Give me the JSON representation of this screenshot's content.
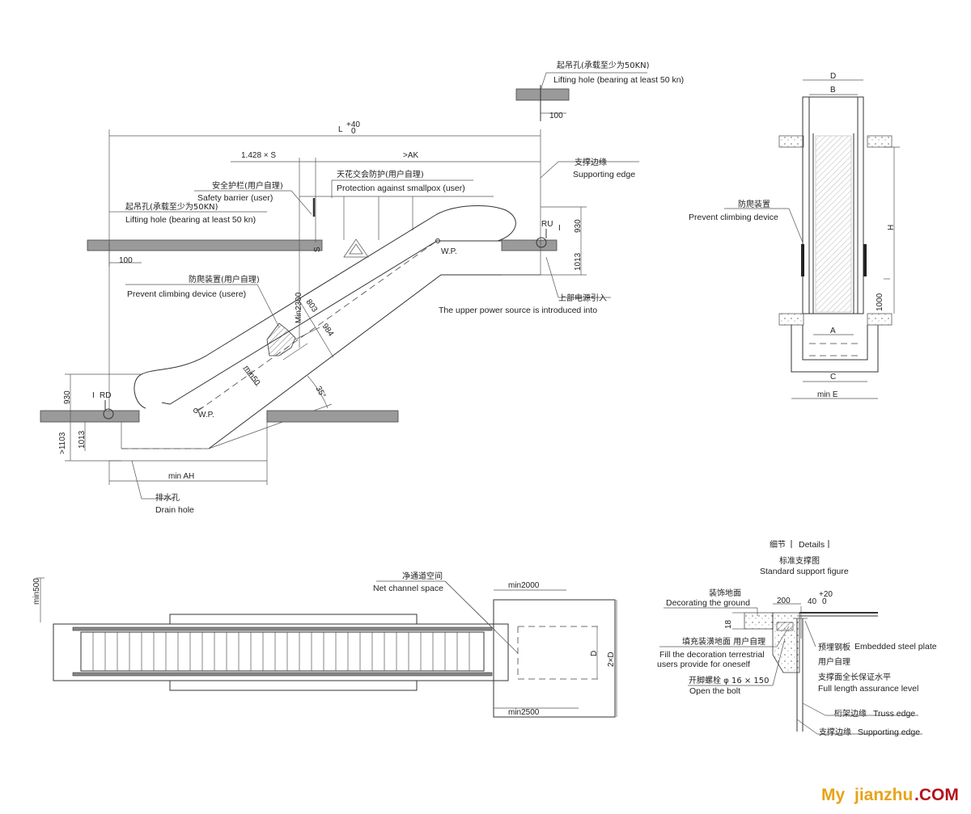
{
  "lifting_hole_top": {
    "cn": "起吊孔(承载至少为50KN)",
    "en": "Lifting hole (bearing at least 50 kn)",
    "dim": "100"
  },
  "lifting_hole_bottom": {
    "cn": "起吊孔(承载至少为50KN)",
    "en": "Lifting hole (bearing at least 50 kn)",
    "dim": "100"
  },
  "length": {
    "label": "L",
    "tol_plus": "+40",
    "tol_zero": "0"
  },
  "dim_s": "1.428 × S",
  "dim_ak": ">AK",
  "supporting_edge": {
    "cn": "支撑边缘",
    "en": "Supporting edge"
  },
  "safety_barrier": {
    "cn": "安全护栏(用户自理)",
    "en": "Safety barrier (user)"
  },
  "ceiling_protection": {
    "cn": "天花交会防护(用户自理)",
    "en": "Protection against smallpox (user)"
  },
  "anti_climb_side": {
    "cn": "防爬装置(用户自理)",
    "en": "Prevent climbing device (usere)"
  },
  "upper_power": {
    "cn": "上部电源引入",
    "en": "The upper power source is introduced into"
  },
  "ru": "RU",
  "rd": "RD",
  "wp": "W.P.",
  "dims": {
    "h930_top": "930",
    "h1013_top": "1013",
    "min2300": "Min2300",
    "d803": "803",
    "d984": "984",
    "min50": "min50",
    "angle": "35°",
    "h930_bot": "930",
    "h1103": ">1103",
    "h1013_bot": "1013",
    "min_ah": "min AH",
    "s": "S"
  },
  "drain_hole": {
    "cn": "排水孔",
    "en": "Drain hole"
  },
  "end_view": {
    "D": "D",
    "B": "B",
    "H": "H",
    "A": "A",
    "C": "C",
    "minE": "min E",
    "h1000": "1000",
    "anti_cn": "防爬装置",
    "anti_en": "Prevent climbing device"
  },
  "plan_view": {
    "min500": "min500",
    "net_cn": "净通道空间",
    "net_en": "Net channel space",
    "min2000": "min2000",
    "min2500": "min2500",
    "D": "D",
    "twoD": "2×D"
  },
  "details": {
    "header_cn": "细节",
    "header_en": "Details",
    "title_cn": "标准支撑图",
    "title_en": "Standard support figure",
    "deco_cn": "装饰地面",
    "deco_en": "Decorating the ground",
    "d200": "200",
    "d40": "40",
    "d0": "0",
    "d20": "+20",
    "d18": "18",
    "fill_cn": "填充装潢地面 用户自理",
    "fill_en1": "Fill the decoration terrestrial",
    "fill_en2": "users provide for oneself",
    "plate_cn": "预埋钢板",
    "plate_en": "Embedded steel plate",
    "plate_user": "用户自理",
    "level_cn": "支撑面全长保证水平",
    "level_en": "Full length assurance level",
    "bolt_cn": "开脚螺栓 φ 16 × 150",
    "bolt_en": "Open the bolt",
    "truss_cn": "桁架边缘",
    "truss_en": "Truss edge",
    "supp_cn": "支撑边缘",
    "supp_en": "Supporting edge"
  },
  "watermark": {
    "part1": "My",
    "part2": "jianzhu",
    "part3": ".COM",
    "color1": "#e8a317",
    "color2": "#b5121b"
  }
}
